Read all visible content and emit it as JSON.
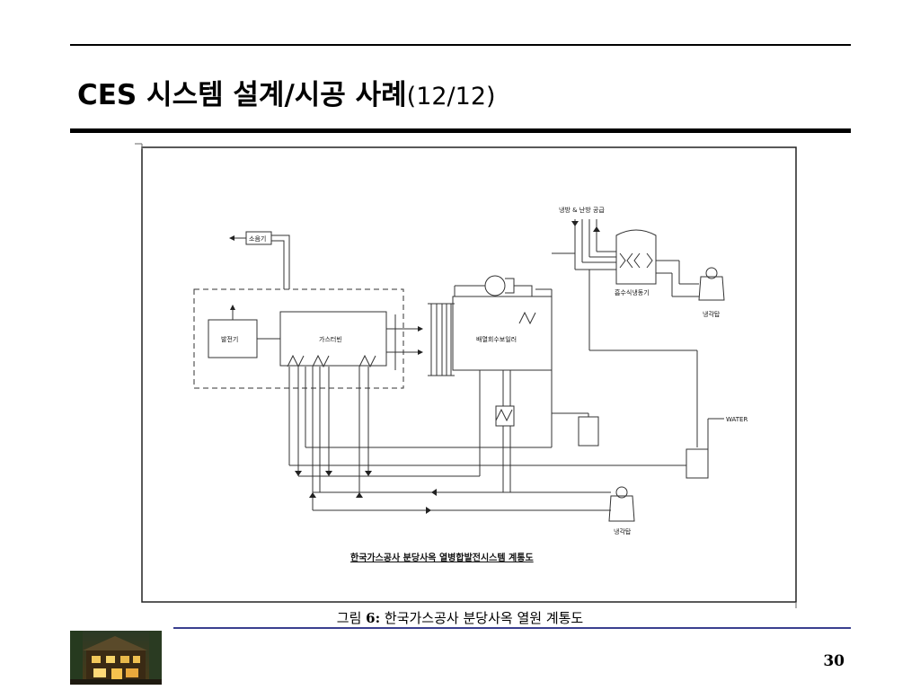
{
  "slide": {
    "title_bold": "CES",
    "title_rest": " 시스템 설계/시공 사례",
    "title_suffix": "(12/12)",
    "caption_prefix": "그림 ",
    "caption_number": "6:",
    "caption_text": " 한국가스공사 분당사옥 열원 계통도",
    "page_number": "30"
  },
  "diagram": {
    "title": "한국가스공사 분당사옥 열병합발전시스템 계통도",
    "labels": {
      "supply": "냉방 & 난방 공급",
      "muffler": "소음기",
      "generator": "발전기",
      "gas_turbine": "가스터빈",
      "hrsg": "배열회수보일러",
      "absorption_chiller": "흡수식냉동기",
      "cooling_tower_1": "냉각탑",
      "cooling_tower_2": "냉각탑",
      "water": "WATER"
    }
  },
  "colors": {
    "rule": "#000000",
    "footer_rule": "#3a3f8f",
    "line": "#333333"
  },
  "icons": [
    "building-photo",
    "cooling-tower-icon",
    "heat-exchanger-icon",
    "pump-icon",
    "tank-icon"
  ]
}
